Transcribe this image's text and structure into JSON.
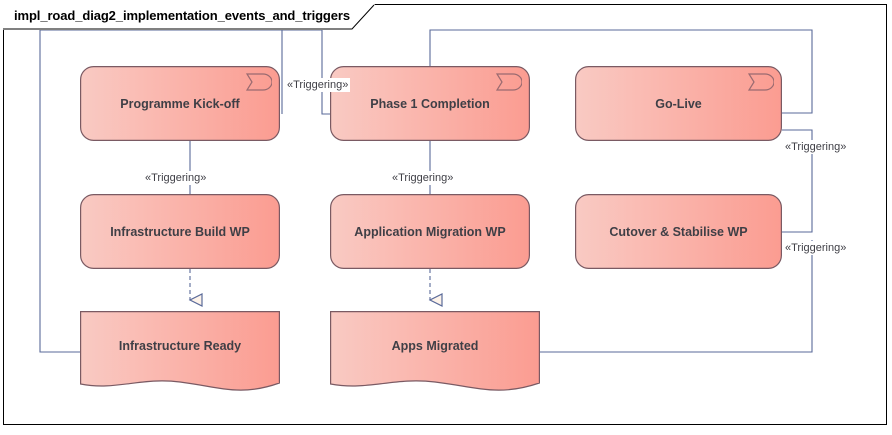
{
  "diagram": {
    "title": "impl_road_diag2_implementation_events_and_triggers",
    "frame_border_color": "#000000",
    "background": "#ffffff"
  },
  "style": {
    "shape_fill_left": "#f9cac3",
    "shape_fill_right": "#fb9c91",
    "shape_border": "#7a5a63",
    "connector_color": "#5a6a99",
    "label_text_color": "#3f3f46",
    "arrowhead_fill": "#fdf3ea"
  },
  "nodes": {
    "events": [
      {
        "id": "programme-kick-off",
        "label": "Programme Kick-off",
        "icon": "event-pennant-icon"
      },
      {
        "id": "phase-1-completion",
        "label": "Phase 1 Completion",
        "icon": "event-pennant-icon"
      },
      {
        "id": "go-live",
        "label": "Go-Live",
        "icon": "event-pennant-icon"
      }
    ],
    "work_packages": [
      {
        "id": "infrastructure-build-wp",
        "label": "Infrastructure Build WP"
      },
      {
        "id": "application-migration-wp",
        "label": "Application Migration WP"
      },
      {
        "id": "cutover-stabilise-wp",
        "label": "Cutover & Stabilise WP"
      }
    ],
    "deliverables": [
      {
        "id": "infrastructure-ready",
        "label": "Infrastructure Ready"
      },
      {
        "id": "apps-migrated",
        "label": "Apps Migrated"
      }
    ]
  },
  "relationships": {
    "triggering_stereotype": "«Triggering»",
    "labels": [
      {
        "id": "trig-kickoff-to-phase1",
        "text": "«Triggering»"
      },
      {
        "id": "trig-kickoff-to-infra-wp",
        "text": "«Triggering»"
      },
      {
        "id": "trig-phase1-to-appmig-wp",
        "text": "«Triggering»"
      },
      {
        "id": "trig-golive-to-cutover-wp",
        "text": "«Triggering»"
      },
      {
        "id": "trig-appsmigrated-to-golive",
        "text": "«Triggering»"
      }
    ]
  }
}
